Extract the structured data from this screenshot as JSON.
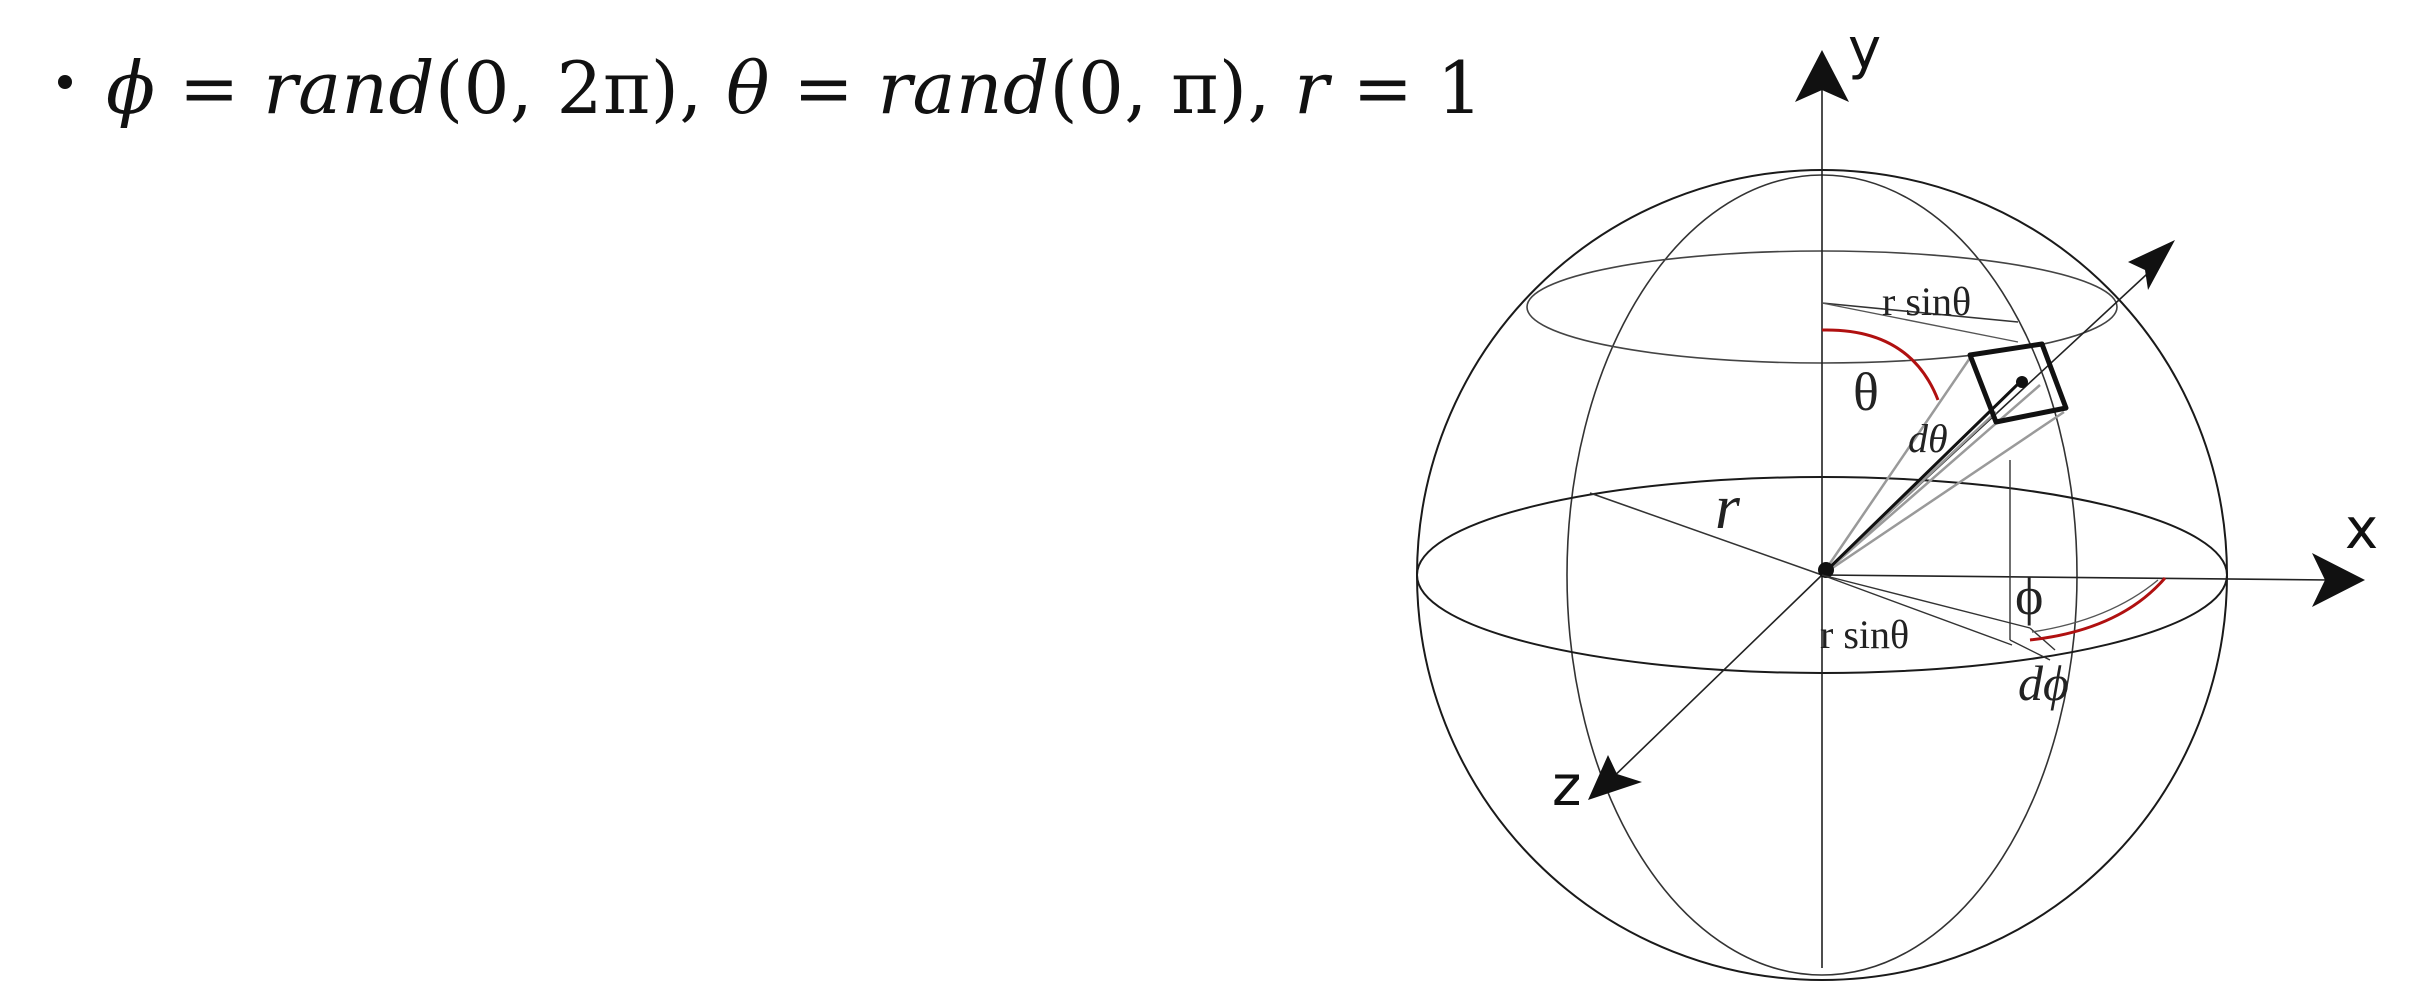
{
  "bullet": {
    "formula": {
      "phi_symbol": "ϕ",
      "eq1": " = ",
      "rand1": "rand",
      "arg1": "(0, 2π),",
      "theta_symbol": " θ",
      "eq2": " = ",
      "rand2": "rand",
      "arg2": "(0, π),",
      "r_symbol": " r",
      "eq3": " = ",
      "one": "1"
    }
  },
  "diagram": {
    "axes": {
      "y_label": "y",
      "x_label": "x",
      "z_label": "z"
    },
    "labels": {
      "r_sin_theta_top": "r sinθ",
      "theta": "θ",
      "d_theta": "dθ",
      "r": "r",
      "phi": "ϕ",
      "r_sin_theta_bottom": "r sinθ",
      "d_phi": "dϕ"
    },
    "colors": {
      "arc_red": "#b01010",
      "lines_dark": "#111111",
      "lines_thin": "#333333",
      "lines_grey": "#9a9a9a"
    }
  }
}
